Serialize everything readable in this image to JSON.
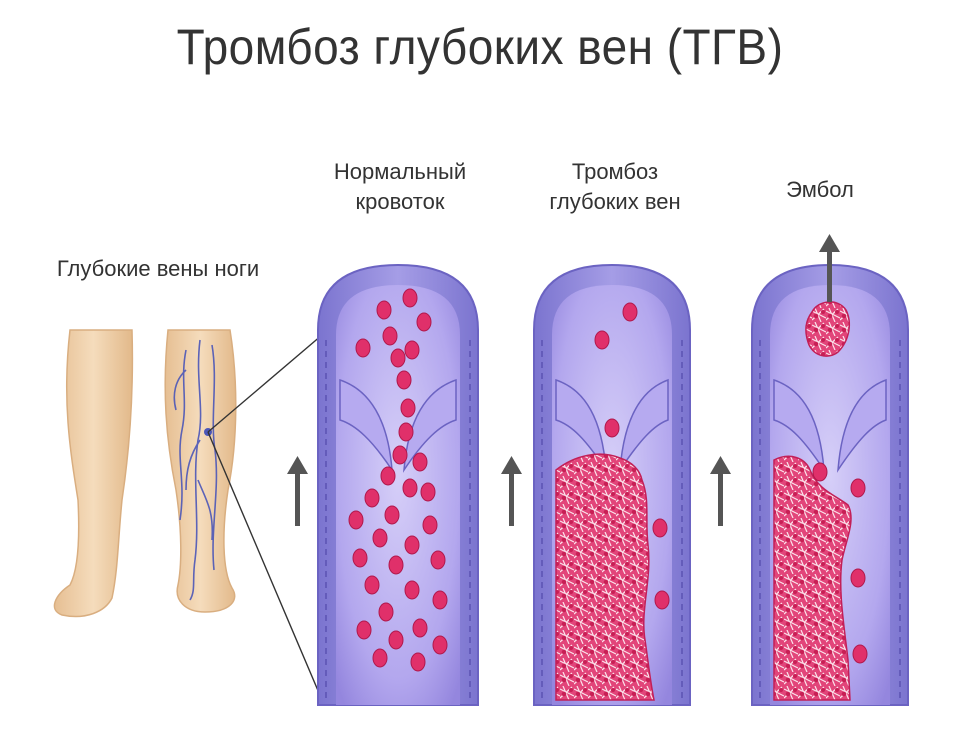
{
  "title": "Тромбоз глубоких вен (ТГВ)",
  "labels": {
    "legs": "Глубокие вены ноги",
    "normal_line1": "Нормальный",
    "normal_line2": "кровоток",
    "dvt_line1": "Тромбоз",
    "dvt_line2": "глубоких вен",
    "embol": "Эмбол"
  },
  "colors": {
    "vein_wall": "#8b85d8",
    "vein_inner": "#c8c0f2",
    "lumen": "#a89ae8",
    "blood_cell": "#e0306a",
    "clot": "#e2457a",
    "skin": "#f1d3ae",
    "arrow": "#555555"
  }
}
